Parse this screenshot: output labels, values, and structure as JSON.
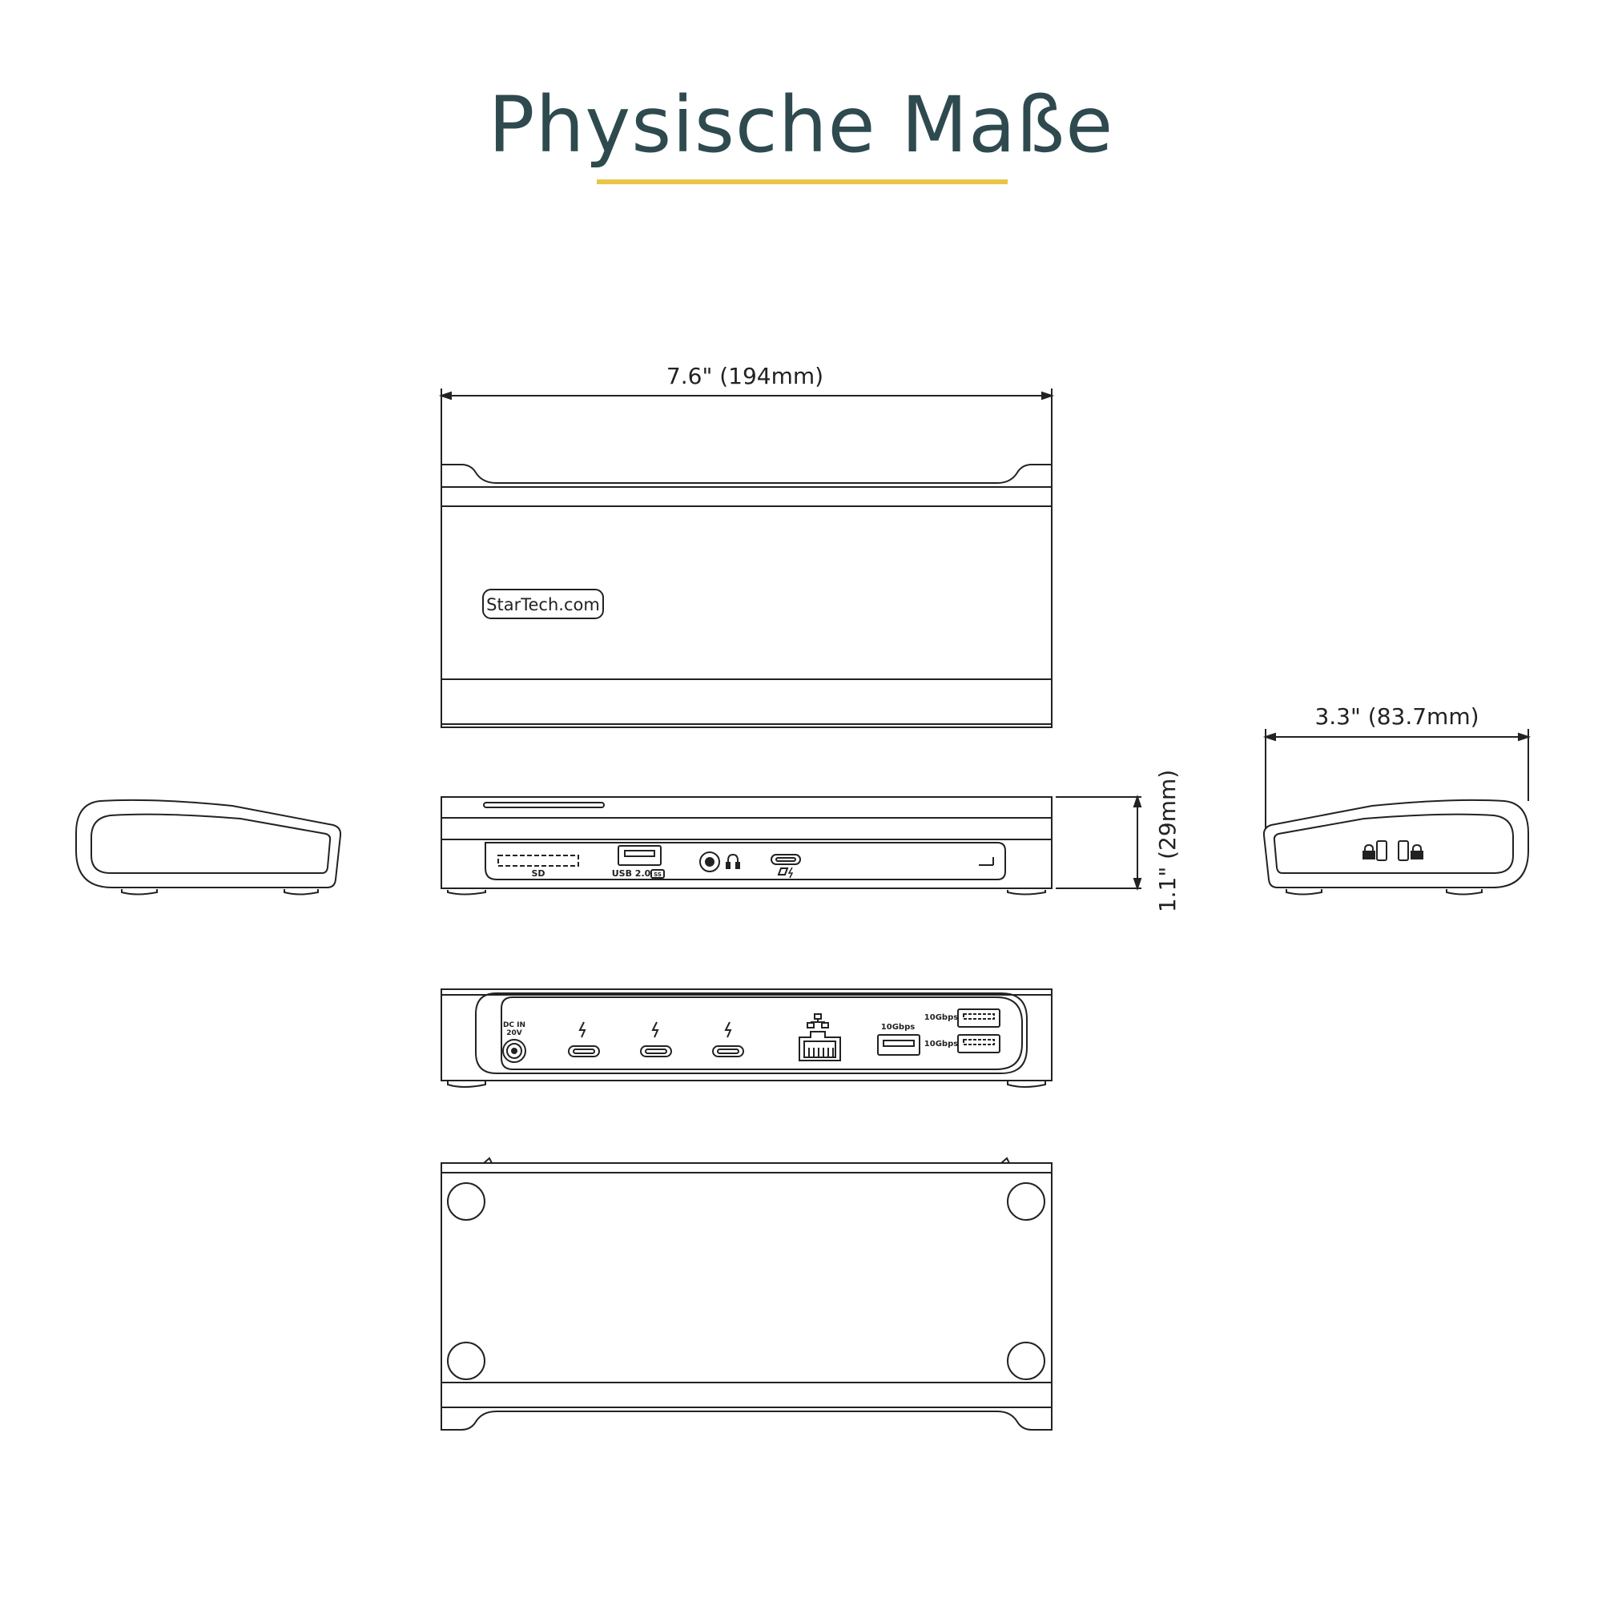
{
  "title": "Physische Maße",
  "colors": {
    "title": "#2e4a4f",
    "accent": "#e8c547",
    "line": "#222222"
  },
  "dimensions": {
    "width": "7.6\" (194mm)",
    "depth": "3.3\" (83.7mm)",
    "height": "1.1\" (29mm)"
  },
  "front_ports": {
    "sd": "SD",
    "usb": "USB 2.0",
    "usb_badge": "SS"
  },
  "rear_ports": {
    "dc_line1": "DC IN",
    "dc_line2": "20V",
    "speed_a": "10Gbps",
    "speed_b": "10Gbps",
    "speed_c": "10Gbps"
  },
  "logo": "StarTech.com"
}
